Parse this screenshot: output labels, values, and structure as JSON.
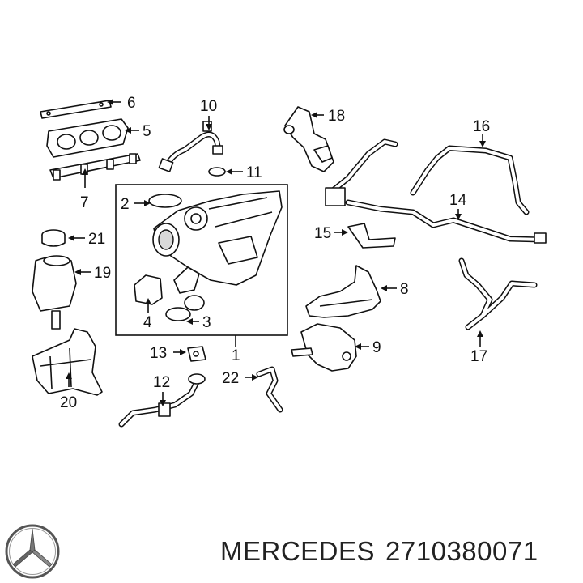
{
  "brand": "MERCEDES",
  "part_number": "2710380071",
  "logo_icon": "mercedes-star-logo",
  "callouts": {
    "c1": "1",
    "c2": "2",
    "c3": "3",
    "c4": "4",
    "c5": "5",
    "c6": "6",
    "c7": "7",
    "c8": "8",
    "c9": "9",
    "c10": "10",
    "c11": "11",
    "c12": "12",
    "c13": "13",
    "c14": "14",
    "c15": "15",
    "c16": "16",
    "c17": "17",
    "c18": "18",
    "c19": "19",
    "c20": "20",
    "c21": "21",
    "c22": "22"
  }
}
